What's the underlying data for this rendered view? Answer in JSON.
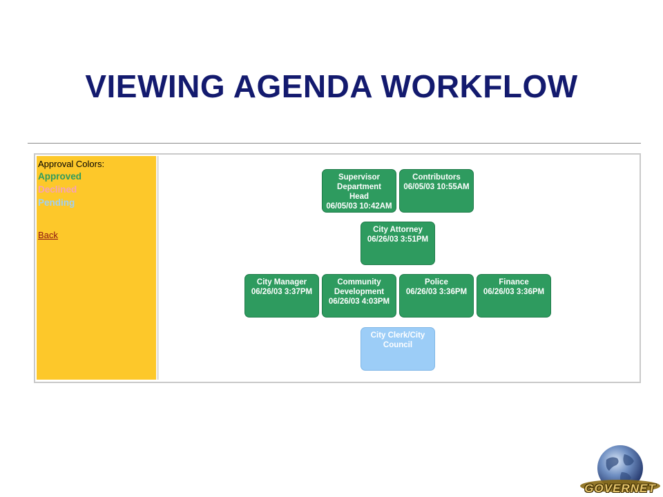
{
  "slide": {
    "title": "VIEWING AGENDA WORKFLOW"
  },
  "sidebar": {
    "legend_heading": "Approval Colors:",
    "legend": [
      {
        "label": "Approved",
        "color": "#2e9b5f"
      },
      {
        "label": "Declined",
        "color": "#f7a1b8"
      },
      {
        "label": "Pending",
        "color": "#9fd0f5"
      }
    ],
    "back_label": "Back"
  },
  "workflow": {
    "nodes": [
      {
        "lines": [
          "Supervisor",
          "Department",
          "Head",
          "06/05/03 10:42AM"
        ],
        "status": "approved"
      },
      {
        "lines": [
          "Contributors",
          "06/05/03 10:55AM"
        ],
        "status": "approved"
      },
      {
        "lines": [
          "City Attorney",
          "06/26/03 3:51PM"
        ],
        "status": "approved"
      },
      {
        "lines": [
          "City Manager",
          "06/26/03 3:37PM"
        ],
        "status": "approved"
      },
      {
        "lines": [
          "Community",
          "Development",
          "06/26/03 4:03PM"
        ],
        "status": "approved"
      },
      {
        "lines": [
          "Police",
          "06/26/03 3:36PM"
        ],
        "status": "approved"
      },
      {
        "lines": [
          "Finance",
          "06/26/03 3:36PM"
        ],
        "status": "approved"
      },
      {
        "lines": [
          "City Clerk/City",
          "Council"
        ],
        "status": "pending"
      }
    ]
  },
  "logo": {
    "text": "GOVERNET"
  }
}
